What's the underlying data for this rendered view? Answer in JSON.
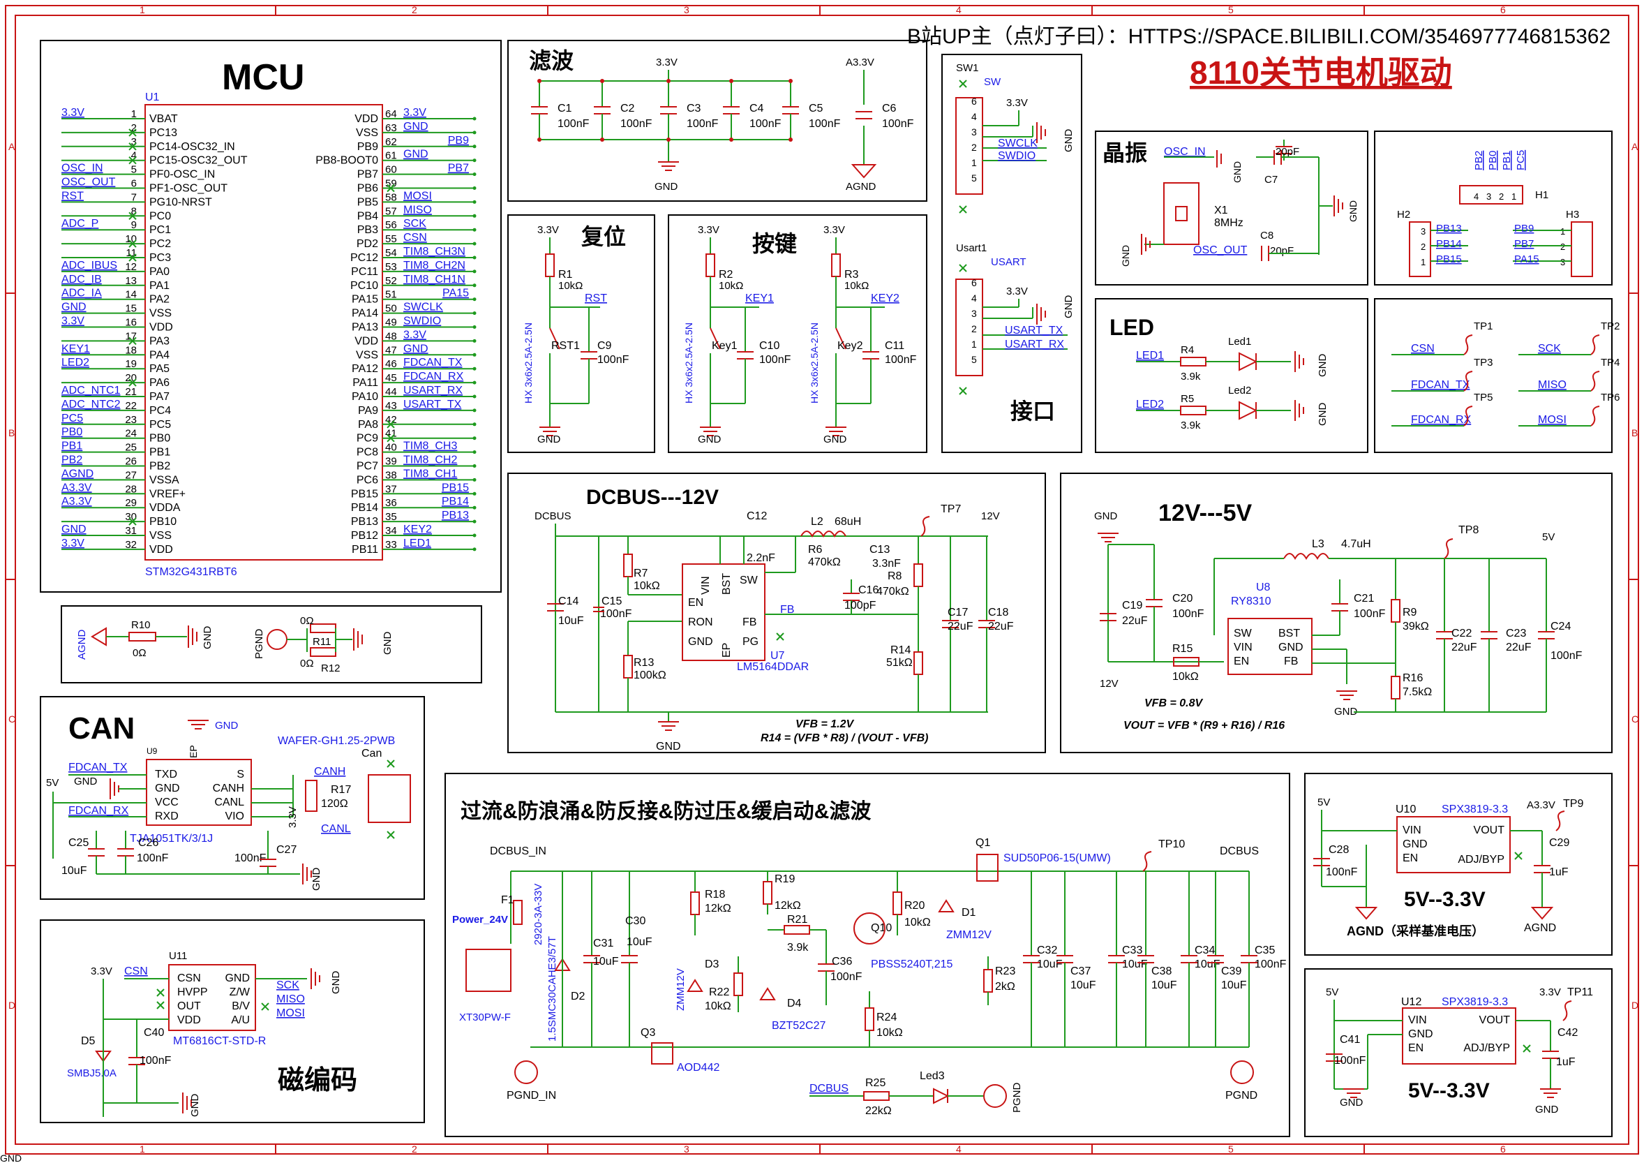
{
  "header": {
    "author": "B站UP主（点灯子曰）：HTTPS://SPACE.BILIBILI.COM/3546977746815362",
    "title": "8110关节电机驱动"
  },
  "frame": {
    "cols": [
      "1",
      "2",
      "3",
      "4",
      "5",
      "6"
    ],
    "rows": [
      "A",
      "B",
      "C",
      "D"
    ]
  },
  "mcu": {
    "title": "MCU",
    "ref": "U1",
    "part": "STM32G431RBT6",
    "left_pins": [
      {
        "n": "1",
        "name": "VBAT",
        "net": "3.3V"
      },
      {
        "n": "2",
        "name": "PC13",
        "net": ""
      },
      {
        "n": "3",
        "name": "PC14-OSC32_IN",
        "net": ""
      },
      {
        "n": "4",
        "name": "PC15-OSC32_OUT",
        "net": ""
      },
      {
        "n": "5",
        "name": "PF0-OSC_IN",
        "net": "OSC_IN"
      },
      {
        "n": "6",
        "name": "PF1-OSC_OUT",
        "net": "OSC_OUT"
      },
      {
        "n": "7",
        "name": "PG10-NRST",
        "net": "RST"
      },
      {
        "n": "8",
        "name": "PC0",
        "net": ""
      },
      {
        "n": "9",
        "name": "PC1",
        "net": "ADC_P"
      },
      {
        "n": "10",
        "name": "PC2",
        "net": ""
      },
      {
        "n": "11",
        "name": "PC3",
        "net": ""
      },
      {
        "n": "12",
        "name": "PA0",
        "net": "ADC_IBUS"
      },
      {
        "n": "13",
        "name": "PA1",
        "net": "ADC_IB"
      },
      {
        "n": "14",
        "name": "PA2",
        "net": "ADC_IA"
      },
      {
        "n": "15",
        "name": "VSS",
        "net": "GND"
      },
      {
        "n": "16",
        "name": "VDD",
        "net": "3.3V"
      },
      {
        "n": "17",
        "name": "PA3",
        "net": ""
      },
      {
        "n": "18",
        "name": "PA4",
        "net": "KEY1"
      },
      {
        "n": "19",
        "name": "PA5",
        "net": "LED2"
      },
      {
        "n": "20",
        "name": "PA6",
        "net": ""
      },
      {
        "n": "21",
        "name": "PA7",
        "net": "ADC_NTC1"
      },
      {
        "n": "22",
        "name": "PC4",
        "net": "ADC_NTC2"
      },
      {
        "n": "23",
        "name": "PC5",
        "net": "PC5"
      },
      {
        "n": "24",
        "name": "PB0",
        "net": "PB0"
      },
      {
        "n": "25",
        "name": "PB1",
        "net": "PB1"
      },
      {
        "n": "26",
        "name": "PB2",
        "net": "PB2"
      },
      {
        "n": "27",
        "name": "VSSA",
        "net": "AGND"
      },
      {
        "n": "28",
        "name": "VREF+",
        "net": "A3.3V"
      },
      {
        "n": "29",
        "name": "VDDA",
        "net": "A3.3V"
      },
      {
        "n": "30",
        "name": "PB10",
        "net": ""
      },
      {
        "n": "31",
        "name": "VSS",
        "net": "GND"
      },
      {
        "n": "32",
        "name": "VDD",
        "net": "3.3V"
      }
    ],
    "right_pins": [
      {
        "n": "64",
        "name": "VDD",
        "net": "3.3V"
      },
      {
        "n": "63",
        "name": "VSS",
        "net": "GND"
      },
      {
        "n": "62",
        "name": "PB9",
        "net": "PB9"
      },
      {
        "n": "61",
        "name": "PB8-BOOT0",
        "net": "GND"
      },
      {
        "n": "60",
        "name": "PB7",
        "net": "PB7"
      },
      {
        "n": "59",
        "name": "PB6",
        "net": ""
      },
      {
        "n": "58",
        "name": "PB5",
        "net": "MOSI"
      },
      {
        "n": "57",
        "name": "PB4",
        "net": "MISO"
      },
      {
        "n": "56",
        "name": "PB3",
        "net": "SCK"
      },
      {
        "n": "55",
        "name": "PD2",
        "net": "CSN"
      },
      {
        "n": "54",
        "name": "PC12",
        "net": "TIM8_CH3N"
      },
      {
        "n": "53",
        "name": "PC11",
        "net": "TIM8_CH2N"
      },
      {
        "n": "52",
        "name": "PC10",
        "net": "TIM8_CH1N"
      },
      {
        "n": "51",
        "name": "PA15",
        "net": "PA15"
      },
      {
        "n": "50",
        "name": "PA14",
        "net": "SWCLK"
      },
      {
        "n": "49",
        "name": "PA13",
        "net": "SWDIO"
      },
      {
        "n": "48",
        "name": "VDD",
        "net": "3.3V"
      },
      {
        "n": "47",
        "name": "VSS",
        "net": "GND"
      },
      {
        "n": "46",
        "name": "PA12",
        "net": "FDCAN_TX"
      },
      {
        "n": "45",
        "name": "PA11",
        "net": "FDCAN_RX"
      },
      {
        "n": "44",
        "name": "PA10",
        "net": "USART_RX"
      },
      {
        "n": "43",
        "name": "PA9",
        "net": "USART_TX"
      },
      {
        "n": "42",
        "name": "PA8",
        "net": ""
      },
      {
        "n": "41",
        "name": "PC9",
        "net": ""
      },
      {
        "n": "40",
        "name": "PC8",
        "net": "TIM8_CH3"
      },
      {
        "n": "39",
        "name": "PC7",
        "net": "TIM8_CH2"
      },
      {
        "n": "38",
        "name": "PC6",
        "net": "TIM8_CH1"
      },
      {
        "n": "37",
        "name": "PB15",
        "net": "PB15"
      },
      {
        "n": "36",
        "name": "PB14",
        "net": "PB14"
      },
      {
        "n": "35",
        "name": "PB13",
        "net": "PB13"
      },
      {
        "n": "34",
        "name": "PB12",
        "net": "KEY2"
      },
      {
        "n": "33",
        "name": "PB11",
        "net": "LED1"
      }
    ]
  },
  "agnd_link": {
    "agnd": "AGND",
    "gnd": "GND",
    "pgnd": "PGND",
    "r10": "R10",
    "r10v": "0Ω",
    "r11": "R11",
    "r11v": "0Ω",
    "r12": "R12",
    "r12v": "0Ω"
  },
  "filter": {
    "title": "滤波",
    "v33": "3.3V",
    "a33": "A3.3V",
    "gnd": "GND",
    "agnd": "AGND",
    "caps": [
      {
        "ref": "C1",
        "val": "100nF"
      },
      {
        "ref": "C2",
        "val": "100nF"
      },
      {
        "ref": "C3",
        "val": "100nF"
      },
      {
        "ref": "C4",
        "val": "100nF"
      },
      {
        "ref": "C5",
        "val": "100nF"
      },
      {
        "ref": "C6",
        "val": "100nF"
      }
    ]
  },
  "reset": {
    "title": "复位",
    "v33": "3.3V",
    "r": "R1",
    "rv": "10kΩ",
    "net": "RST",
    "sw": "RST1",
    "c": "C9",
    "cv": "100nF",
    "sw_part": "HX 3x6x2.5A-2.5N",
    "gnd": "GND"
  },
  "keys": {
    "title": "按键",
    "items": [
      {
        "v33": "3.3V",
        "r": "R2",
        "rv": "10kΩ",
        "net": "KEY1",
        "sw": "Key1",
        "c": "C10",
        "cv": "100nF",
        "sw_part": "HX 3x6x2.5A-2.5N",
        "gnd": "GND"
      },
      {
        "v33": "3.3V",
        "r": "R3",
        "rv": "10kΩ",
        "net": "KEY2",
        "sw": "Key2",
        "c": "C11",
        "cv": "100nF",
        "sw_part": "HX 3x6x2.5A-2.5N",
        "gnd": "GND"
      }
    ]
  },
  "swd": {
    "sw1": "SW1",
    "sw": "SW",
    "v33": "3.3V",
    "swclk": "SWCLK",
    "swdio": "SWDIO",
    "gnd": "GND",
    "usart1": "Usart1",
    "usart": "USART",
    "utx": "USART_TX",
    "urx": "USART_RX",
    "title": "接口"
  },
  "crystal": {
    "title": "晶振",
    "osc_in": "OSC_IN",
    "osc_out": "OSC_OUT",
    "x": "X1",
    "xv": "8MHz",
    "c7": "C7",
    "c7v": "20pF",
    "c8": "C8",
    "c8v": "20pF",
    "gnd": "GND"
  },
  "headers": {
    "h1": "H1",
    "h1_nets": [
      "PB2",
      "PB0",
      "PB1",
      "PC5"
    ],
    "h2": "H2",
    "h2_nets": [
      "PB13",
      "PB14",
      "PB15"
    ],
    "h3": "H3",
    "h3_nets": [
      "PB9",
      "PB7",
      "PA15"
    ]
  },
  "led": {
    "title": "LED",
    "items": [
      {
        "net": "LED1",
        "r": "R4",
        "rv": "3.9k",
        "d": "Led1",
        "gnd": "GND"
      },
      {
        "net": "LED2",
        "r": "R5",
        "rv": "3.9k",
        "d": "Led2",
        "gnd": "GND"
      }
    ]
  },
  "tps": {
    "items": [
      {
        "net": "CSN",
        "tp": "TP1"
      },
      {
        "net": "SCK",
        "tp": "TP2"
      },
      {
        "net": "FDCAN_TX",
        "tp": "TP3"
      },
      {
        "net": "MISO",
        "tp": "TP4"
      },
      {
        "net": "FDCAN_RX",
        "tp": "TP5"
      },
      {
        "net": "MOSI",
        "tp": "TP6"
      }
    ]
  },
  "dcbus": {
    "title": "DCBUS---12V",
    "dcbus": "DCBUS",
    "v12": "12V",
    "gnd": "GND",
    "tp": "TP7",
    "c14": "C14",
    "c14v": "10uF",
    "c15": "C15",
    "c15v": "100nF",
    "r7": "R7",
    "r7v": "10kΩ",
    "r13": "R13",
    "r13v": "100kΩ",
    "c12": "C12",
    "c12v": "2.2nF",
    "l2": "L2",
    "l2v": "68uH",
    "r6": "R6",
    "r6v": "470kΩ",
    "c13": "C13",
    "c13v": "3.3nF",
    "c16": "C16",
    "c16v": "100pF",
    "r8": "R8",
    "r8v": "470kΩ",
    "r14": "R14",
    "r14v": "51kΩ",
    "c17": "C17",
    "c17v": "22uF",
    "c18": "C18",
    "c18v": "22uF",
    "u7": "U7",
    "u7p": "LM5164DDAR",
    "pins": {
      "vin": "VIN",
      "en": "EN",
      "ron": "RON",
      "gnd": "GND",
      "bst": "BST",
      "sw": "SW",
      "fb": "FB",
      "pg": "PG",
      "ep": "EP"
    },
    "fbnet": "FB",
    "eq1": "VFB = 1.2V",
    "eq2": "R14 = (VFB * R8) / (VOUT - VFB)"
  },
  "v12to5": {
    "title": "12V---5V",
    "gnd": "GND",
    "v12": "12V",
    "v5": "5V",
    "tp": "TP8",
    "c19": "C19",
    "c19v": "22uF",
    "c20": "C20",
    "c20v": "100nF",
    "l3": "L3",
    "l3v": "4.7uH",
    "c21": "C21",
    "c21v": "100nF",
    "u8": "U8",
    "u8p": "RY8310",
    "r9": "R9",
    "r9v": "39kΩ",
    "r15": "R15",
    "r15v": "10kΩ",
    "r16": "R16",
    "r16v": "7.5kΩ",
    "c22": "C22",
    "c22v": "22uF",
    "c23": "C23",
    "c23v": "22uF",
    "c24": "C24",
    "c24v": "100nF",
    "pins": {
      "sw": "SW",
      "vin": "VIN",
      "en": "EN",
      "bst": "BST",
      "gnd": "GND",
      "fb": "FB"
    },
    "eq1": "VFB = 0.8V",
    "eq2": "VOUT = VFB * (R9 + R16) / R16"
  },
  "can": {
    "title": "CAN",
    "u9": "U9",
    "u9p": "TJA1051TK/3/1J",
    "gnd": "GND",
    "v5": "5V",
    "v33": "3.3V",
    "fdtx": "FDCAN_TX",
    "fdrx": "FDCAN_RX",
    "canh": "CANH",
    "canl": "CANL",
    "r17": "R17",
    "r17v": "120Ω",
    "conn": "WAFER-GH1.25-2PWB",
    "connref": "Can",
    "c25": "C25",
    "c25v": "10uF",
    "c26": "C26",
    "c26v": "100nF",
    "c27": "C27",
    "c27v": "100nF",
    "pins": {
      "txd": "TXD",
      "gnd": "GND",
      "vcc": "VCC",
      "rxd": "RXD",
      "s": "S",
      "canh": "CANH",
      "canl": "CANL",
      "vio": "VIO",
      "ep": "EP"
    }
  },
  "encoder": {
    "title": "磁编码",
    "u11": "U11",
    "u11p": "MT6816CT-STD-R",
    "v33": "3.3V",
    "csn": "CSN",
    "gnd": "GND",
    "sck": "SCK",
    "miso": "MISO",
    "mosi": "MOSI",
    "d5": "D5",
    "d5p": "SMBJ5.0A",
    "c40": "C40",
    "c40v": "100nF",
    "pins": {
      "csn": "CSN",
      "hvpp": "HVPP",
      "out": "OUT",
      "vdd": "VDD",
      "gnd": "GND",
      "zw": "Z/W",
      "bv": "B/V",
      "au": "A/U"
    }
  },
  "protect": {
    "title": "过流&防浪涌&防反接&防过压&缓启动&滤波",
    "dcbus_in": "DCBUS_IN",
    "dcbus": "DCBUS",
    "f1": "F1",
    "f1p": "2920-3A-33V",
    "power": "Power_24V",
    "conn": "XT30PW-F",
    "d2": "D2",
    "d2p": "1.5SMC30CAHE3/57T",
    "c30": "C30",
    "c30v": "10uF",
    "c31": "C31",
    "c31v": "10uF",
    "r18": "R18",
    "r18v": "12kΩ",
    "d3": "D3",
    "d3p": "ZMM12V",
    "r22": "R22",
    "r22v": "10kΩ",
    "q3": "Q3",
    "q3p": "AOD442",
    "r19": "R19",
    "r19v": "12kΩ",
    "r21": "R21",
    "r21v": "3.9k",
    "d4": "D4",
    "d4p": "BZT52C27",
    "c36": "C36",
    "c36v": "100nF",
    "q10": "Q10",
    "q10p": "PBSS5240T,215",
    "r20": "R20",
    "r20v": "10kΩ",
    "d1": "D1",
    "d1p": "ZMM12V",
    "r24": "R24",
    "r24v": "10kΩ",
    "r23": "R23",
    "r23v": "2kΩ",
    "q1": "Q1",
    "q1p": "SUD50P06-15(UMW)",
    "tp": "TP10",
    "caps": [
      {
        "ref": "C32",
        "val": "10uF"
      },
      {
        "ref": "C37",
        "val": "10uF"
      },
      {
        "ref": "C33",
        "val": "10uF"
      },
      {
        "ref": "C38",
        "val": "10uF"
      },
      {
        "ref": "C34",
        "val": "10uF"
      },
      {
        "ref": "C39",
        "val": "10uF"
      },
      {
        "ref": "C35",
        "val": "100nF"
      }
    ],
    "pgnd_in": "PGND_IN",
    "pgnd": "PGND",
    "r25": "R25",
    "r25v": "22kΩ",
    "led3": "Led3"
  },
  "ldo1": {
    "v5": "5V",
    "u10": "U10",
    "u10p": "SPX3819-3.3",
    "a33": "A3.3V",
    "tp": "TP9",
    "c28": "C28",
    "c28v": "100nF",
    "c29": "C29",
    "c29v": "1uF",
    "agnd": "AGND",
    "title": "5V--3.3V",
    "note": "AGND（采样基准电压）",
    "pins": {
      "vin": "VIN",
      "gnd": "GND",
      "en": "EN",
      "vout": "VOUT",
      "adj": "ADJ/BYP"
    }
  },
  "ldo2": {
    "v5": "5V",
    "u12": "U12",
    "u12p": "SPX3819-3.3",
    "v33": "3.3V",
    "tp": "TP11",
    "c41": "C41",
    "c41v": "100nF",
    "c42": "C42",
    "c42v": "1uF",
    "gnd": "GND",
    "title": "5V--3.3V",
    "pins": {
      "vin": "VIN",
      "gnd": "GND",
      "en": "EN",
      "vout": "VOUT",
      "adj": "ADJ/BYP"
    }
  },
  "corner": "GND"
}
